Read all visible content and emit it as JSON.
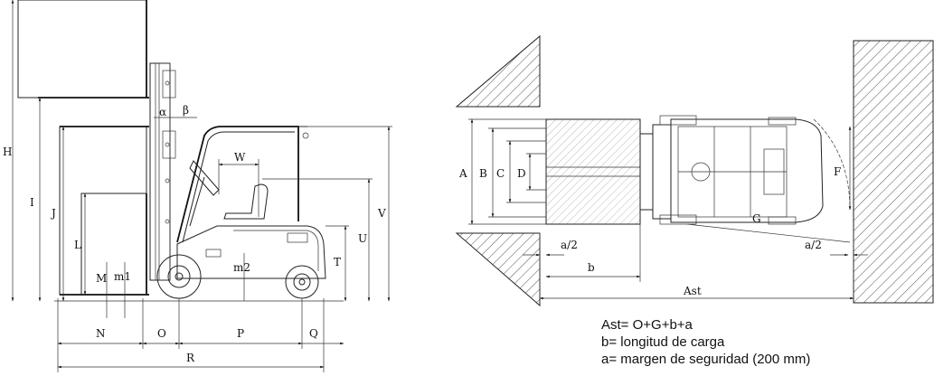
{
  "labels": {
    "H": "H",
    "I": "I",
    "J": "J",
    "L": "L",
    "M": "M",
    "m1": "m1",
    "m2": "m2",
    "W": "W",
    "V": "V",
    "U": "U",
    "T": "T",
    "N": "N",
    "O": "O",
    "P": "P",
    "Q": "Q",
    "R": "R",
    "alpha": "α",
    "beta": "β",
    "A": "A",
    "B": "B",
    "C": "C",
    "D": "D",
    "F": "F",
    "G": "G",
    "a_half_left": "a/2",
    "a_half_right": "a/2",
    "b": "b",
    "Ast": "Ast"
  },
  "legend": {
    "line1": "Ast= O+G+b+a",
    "line2": "b= longitud de carga",
    "line3": "a= margen de seguridad (200 mm)"
  }
}
